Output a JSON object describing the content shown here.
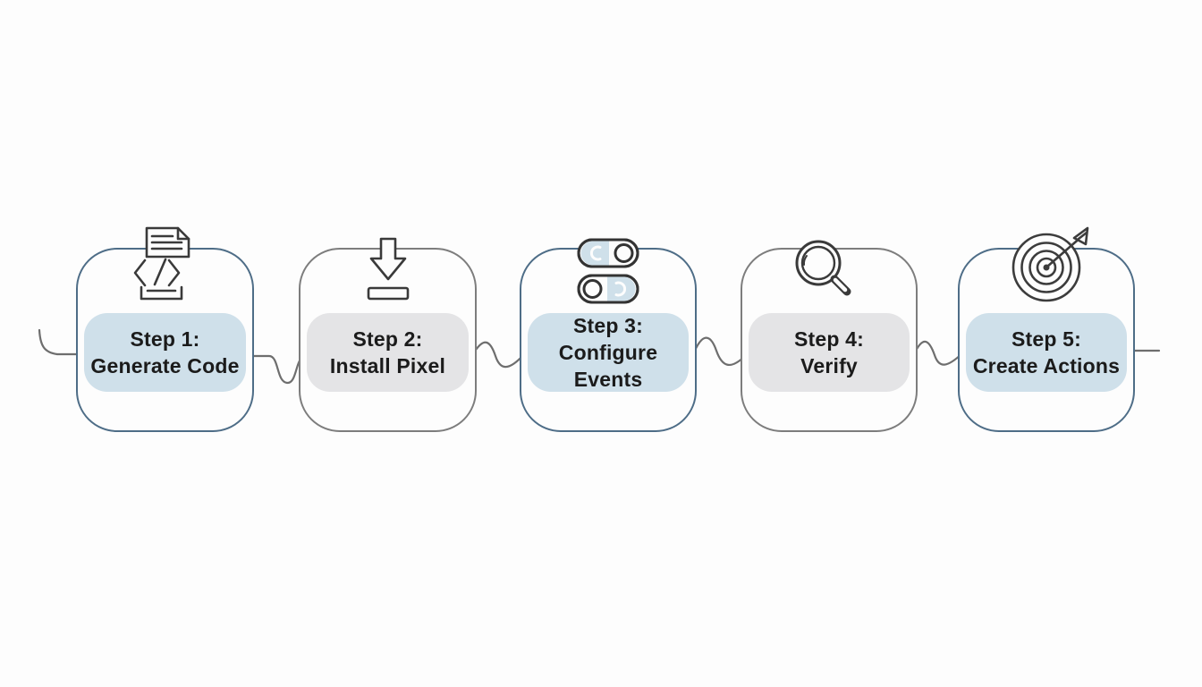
{
  "diagram": {
    "background": "#fdfdfd",
    "type": "process-flow",
    "connector_style": "wavy-line"
  },
  "colors": {
    "blue_border": "#4e6d87",
    "gray_border": "#7d7d7d",
    "blue_band": "#cfe0ea",
    "gray_band": "#e4e4e6",
    "connector": "#6e6e6e",
    "icon_stroke": "#3a3a3a",
    "text": "#1b1b1b"
  },
  "steps": [
    {
      "title": "Step 1:",
      "subtitle": "Generate Code",
      "icon": "code-document-icon",
      "accent": "blue"
    },
    {
      "title": "Step 2:",
      "subtitle": "Install Pixel",
      "icon": "download-arrow-icon",
      "accent": "gray"
    },
    {
      "title": "Step 3:",
      "subtitle": "Configure Events",
      "icon": "toggle-switches-icon",
      "accent": "blue"
    },
    {
      "title": "Step 4:",
      "subtitle": "Verify",
      "icon": "magnifying-glass-icon",
      "accent": "gray"
    },
    {
      "title": "Step 5:",
      "subtitle": "Create Actions",
      "icon": "target-arrow-icon",
      "accent": "blue"
    }
  ]
}
